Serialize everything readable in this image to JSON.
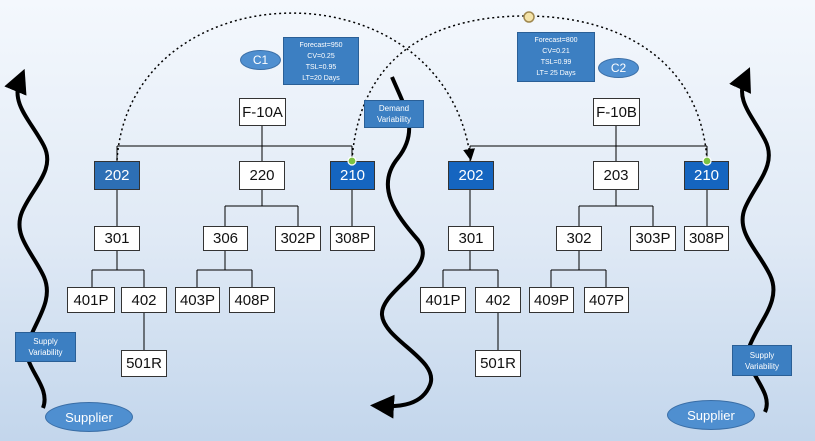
{
  "customers": {
    "c1": "C1",
    "c2": "C2"
  },
  "forecast_c1": [
    "Forecast=950",
    "CV=0.25",
    "TSL=0.95",
    "LT=20 Days"
  ],
  "forecast_c2": [
    "Forecast=800",
    "CV=0.21",
    "TSL=0.99",
    "LT= 25 Days"
  ],
  "tags": {
    "demand": [
      "Demand",
      "Variability"
    ],
    "supply_left": [
      "Supply",
      "Variability"
    ],
    "supply_right": [
      "Supply",
      "Variability"
    ]
  },
  "suppliers": {
    "left": "Supplier",
    "right": "Supplier"
  },
  "tree_a": {
    "root": "F-10A",
    "n202": "202",
    "n220": "220",
    "n210": "210",
    "n301": "301",
    "n306": "306",
    "n302p": "302P",
    "n308p": "308P",
    "n401p": "401P",
    "n402": "402",
    "n403p": "403P",
    "n408p": "408P",
    "n501r": "501R"
  },
  "tree_b": {
    "root": "F-10B",
    "n202": "202",
    "n203": "203",
    "n210": "210",
    "n301": "301",
    "n302": "302",
    "n303p": "303P",
    "n308p": "308P",
    "n401p": "401P",
    "n402": "402",
    "n409p": "409P",
    "n407p": "407P",
    "n501r": "501R"
  },
  "colors": {
    "highlight_dark": "#1565c0",
    "highlight": "#2d6fb5",
    "tag_blue": "#3c7fc2",
    "marker_green": "#7cc242"
  }
}
